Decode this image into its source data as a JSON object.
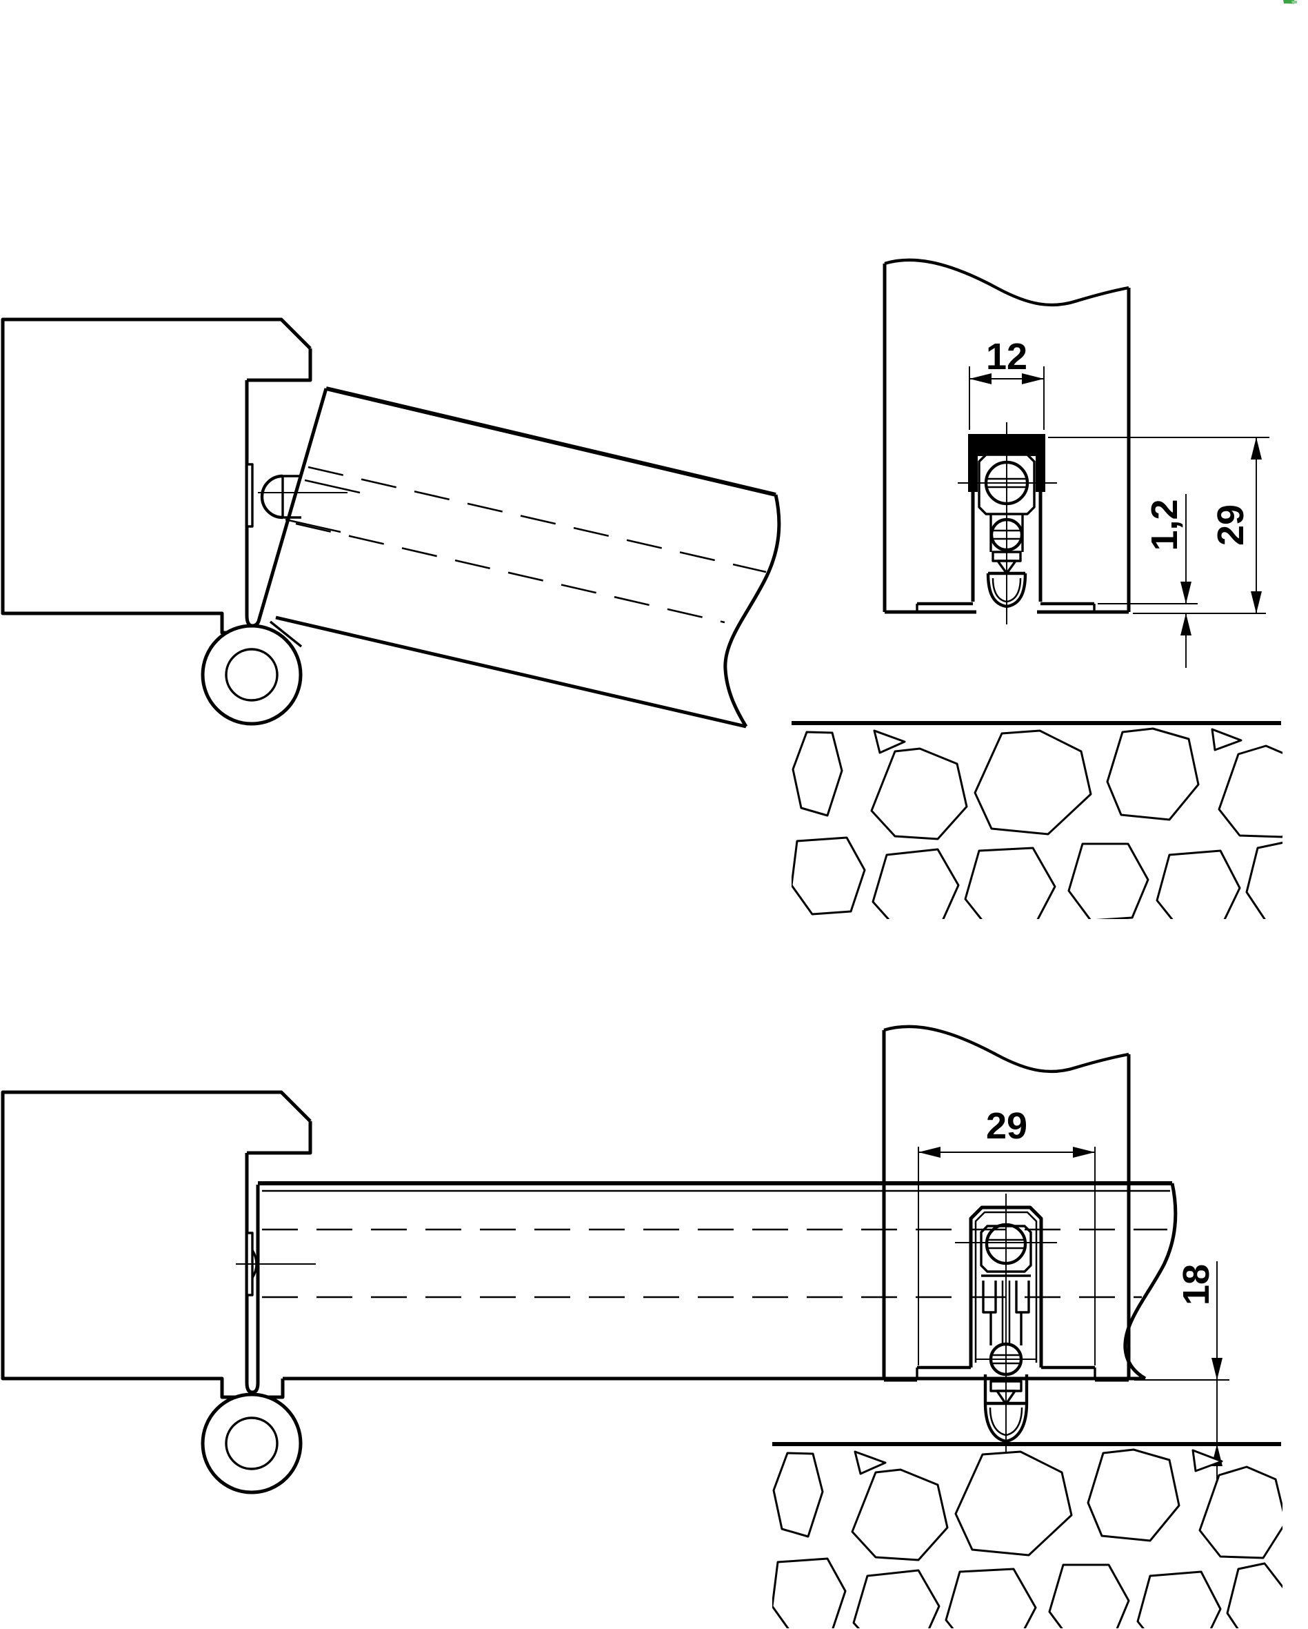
{
  "document": {
    "kind": "technical-drawing",
    "background": "#ffffff",
    "line_color": "#000000"
  },
  "brand": {
    "corner_mark_color": "#3aa344",
    "corner_mark_color_light": "#90c995"
  },
  "views": {
    "seal_retracted_section": {
      "dim_groove_width": "12",
      "dim_protrusion": "1,2",
      "dim_profile_height": "29"
    },
    "seal_extended_section": {
      "dim_profile_width": "29",
      "dim_drop": "18"
    }
  }
}
